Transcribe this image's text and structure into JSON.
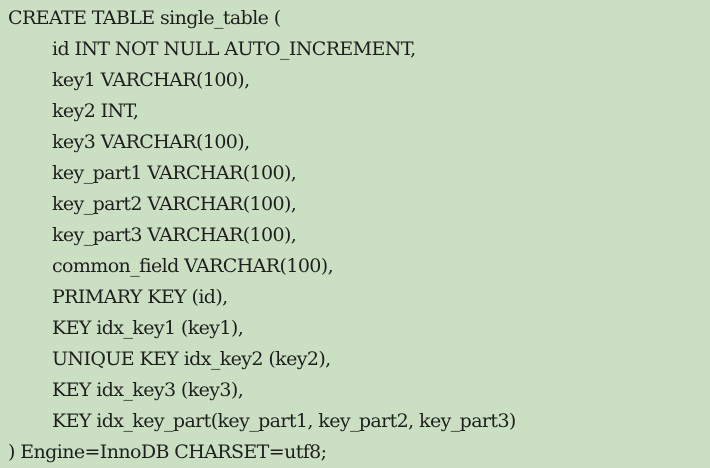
{
  "code": {
    "lines": [
      "CREATE TABLE single_table (",
      "id INT NOT NULL AUTO_INCREMENT,",
      "key1 VARCHAR(100),",
      "key2 INT,",
      "key3 VARCHAR(100),",
      "key_part1 VARCHAR(100),",
      "key_part2 VARCHAR(100),",
      "key_part3 VARCHAR(100),",
      "common_field VARCHAR(100),",
      "PRIMARY KEY (id),",
      "KEY idx_key1 (key1),",
      "UNIQUE KEY idx_key2 (key2),",
      "KEY idx_key3 (key3),",
      "KEY idx_key_part(key_part1, key_part2, key_part3)",
      ") Engine=InnoDB CHARSET=utf8;"
    ]
  }
}
